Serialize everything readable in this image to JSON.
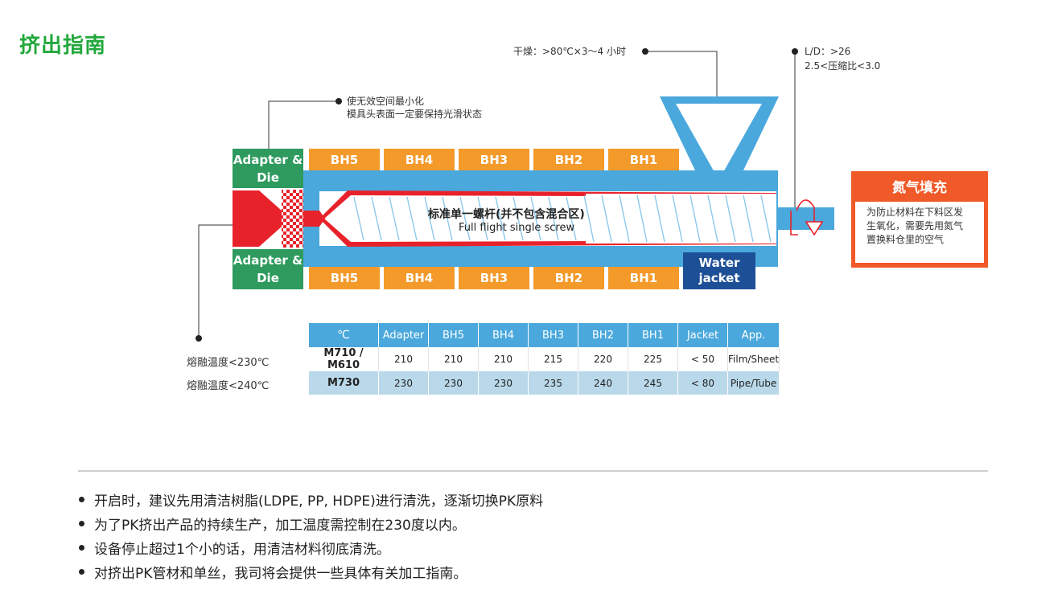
{
  "title": "挤出指南",
  "notes": {
    "drying": "干燥：>80℃×3～4 小时",
    "ld_line1": "L/D：>26",
    "ld_line2": "2.5<压缩比<3.0",
    "die_line1": "使无效空间最小化",
    "die_line2": "模具头表面一定要保持光滑状态"
  },
  "adapter_top": [
    "Adapter &",
    "Die"
  ],
  "adapter_bottom": [
    "Adapter &",
    "Die"
  ],
  "zones_top": [
    "BH5",
    "BH4",
    "BH3",
    "BH2",
    "BH1"
  ],
  "zones_bottom": [
    "BH5",
    "BH4",
    "BH3",
    "BH2",
    "BH1"
  ],
  "water_jacket": [
    "Water",
    "jacket"
  ],
  "screw": {
    "title_cn": "标准单一螺杆(并不包含混合区)",
    "title_en": "Full flight single screw"
  },
  "nitrogen": {
    "title": "氮气填充",
    "lines": [
      "为防止材料在下料区发",
      "生氧化，需要先用氮气",
      "置换料仓里的空气"
    ]
  },
  "table": {
    "headers": [
      "℃",
      "Adapter",
      "BH5",
      "BH4",
      "BH3",
      "BH2",
      "BH1",
      "Jacket",
      "App."
    ],
    "rows": [
      {
        "label": "熔融温度<230℃",
        "cells": [
          "M710 / M610",
          "210",
          "210",
          "210",
          "215",
          "220",
          "225",
          "< 50",
          "Film/Sheet"
        ]
      },
      {
        "label": "熔融温度<240℃",
        "cells": [
          "M730",
          "230",
          "230",
          "230",
          "235",
          "240",
          "245",
          "< 80",
          "Pipe/Tube"
        ]
      }
    ]
  },
  "bullets": [
    "开启时，建议先用清洁树脂(LDPE, PP, HDPE)进行清洗，逐渐切换PK原料",
    "为了PK挤出产品的持续生产，加工温度需控制在230度以内。",
    "设备停止超过1个小的话，用清洁材料彻底清洗。",
    "对挤出PK管材和单丝，我司将会提供一些具体有关加工指南。"
  ],
  "colors": {
    "title_green": "#22a83c",
    "zone_orange": "#f39a2b",
    "barrel_blue": "#4aa8dc",
    "die_red": "#e8222b",
    "adapter_green": "#2e9a5e",
    "water_navy": "#1d4f96",
    "nitrogen_orange": "#f05a28"
  }
}
